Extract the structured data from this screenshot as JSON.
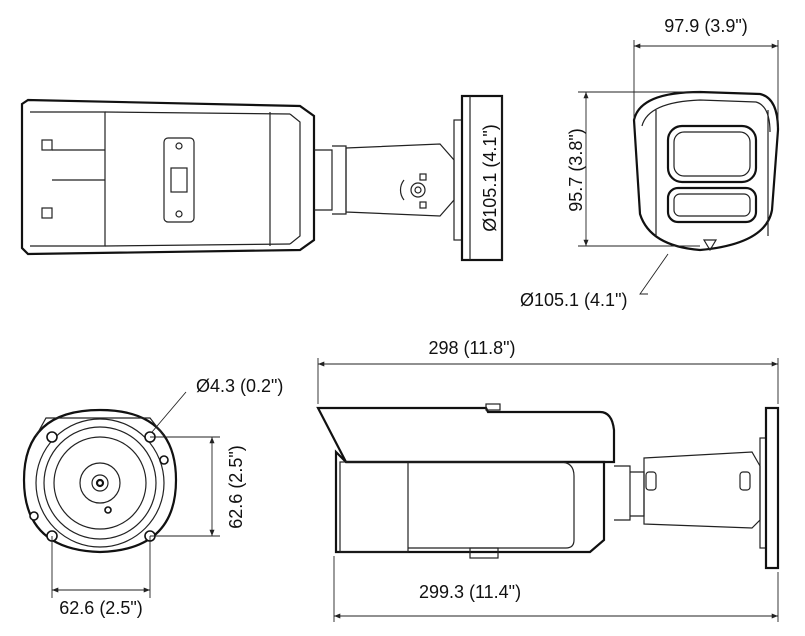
{
  "dimensions": {
    "top_width": "97.9 (3.9\")",
    "front_height": "95.7 (3.8\")",
    "mount_diameter_top": "Ø105.1 (4.1\")",
    "mount_diameter_front": "Ø105.1 (4.1\")",
    "hole_diameter": "Ø4.3 (0.2\")",
    "hole_spacing_vertical": "62.6 (2.5\")",
    "hole_spacing_horizontal": "62.6 (2.5\")",
    "overall_length_top": "298 (11.8\")",
    "overall_length_bottom": "299.3 (11.4\")"
  },
  "icons": [
    "rotate-arrow-icon",
    "lock-icon",
    "unlock-icon"
  ]
}
